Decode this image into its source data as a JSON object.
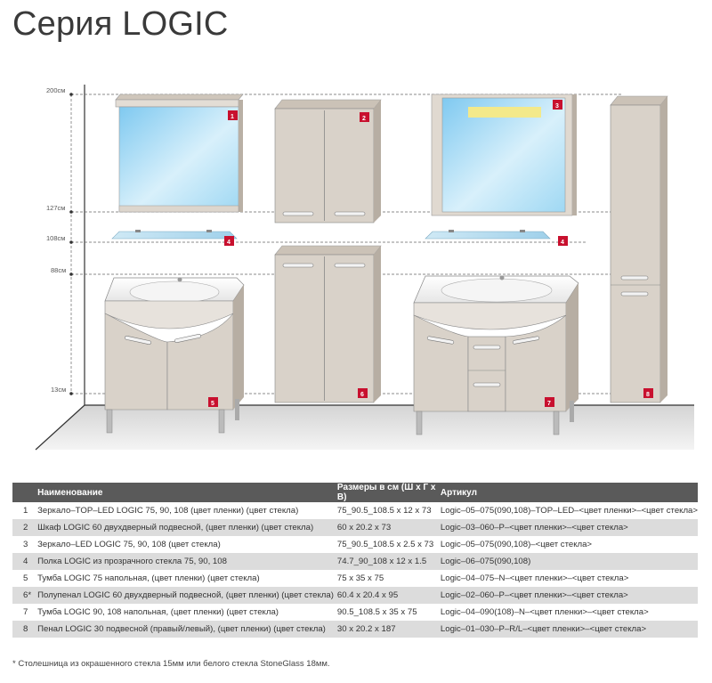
{
  "title": "Серия LOGIC",
  "heights": [
    "200см",
    "127см",
    "108см",
    "88см",
    "13см"
  ],
  "badges": [
    "1",
    "2",
    "3",
    "4",
    "4",
    "5",
    "6",
    "7",
    "8"
  ],
  "table": {
    "headers": [
      "",
      "Наименование",
      "Размеры в см (Ш х Г х В)",
      "Артикул"
    ],
    "rows": [
      {
        "num": "1",
        "name": "Зеркало–TOP–LED LOGIC 75, 90, 108 (цвет пленки) (цвет стекла)",
        "size": "75_90.5_108.5 x 12 x 73",
        "sku": "Logic–05–075(090,108)–TOP–LED–<цвет пленки>–<цвет стекла>"
      },
      {
        "num": "2",
        "name": "Шкаф LOGIC 60 двухдверный подвесной, (цвет пленки) (цвет стекла)",
        "size": "60 x 20.2 x 73",
        "sku": "Logic–03–060–P–<цвет пленки>–<цвет стекла>"
      },
      {
        "num": "3",
        "name": "Зеркало–LED LOGIC 75, 90, 108 (цвет стекла)",
        "size": "75_90.5_108.5 x 2.5 x 73",
        "sku": "Logic–05–075(090,108)–<цвет стекла>"
      },
      {
        "num": "4",
        "name": "Полка LOGIC из прозрачного стекла 75, 90, 108",
        "size": "74.7_90_108 x 12 x 1.5",
        "sku": "Logic–06–075(090,108)"
      },
      {
        "num": "5",
        "name": "Тумба LOGIC 75 напольная, (цвет пленки) (цвет стекла)",
        "size": "75 x 35 x 75",
        "sku": "Logic–04–075–N–<цвет пленки>–<цвет стекла>"
      },
      {
        "num": "6*",
        "name": "Полупенал LOGIC 60 двухдверный подвесной, (цвет пленки) (цвет стекла)",
        "size": "60.4 x 20.4 x 95",
        "sku": "Logic–02–060–P–<цвет пленки>–<цвет стекла>"
      },
      {
        "num": "7",
        "name": "Тумба LOGIC 90, 108 напольная, (цвет пленки) (цвет стекла)",
        "size": "90.5_108.5 x 35 x 75",
        "sku": "Logic–04–090(108)–N–<цвет пленки>–<цвет стекла>"
      },
      {
        "num": "8",
        "name": "Пенал LOGIC 30 подвесной (правый/левый), (цвет пленки) (цвет стекла)",
        "size": "30 x 20.2 x 187",
        "sku": "Logic–01–030–P–R/L–<цвет пленки>–<цвет стекла>"
      }
    ]
  },
  "footnote": "* Столешница из окрашенного стекла 15мм или белого стекла StoneGlass 18мм.",
  "colors": {
    "badge": "#c8102e",
    "panel": "#d9d2c9",
    "panel_dark": "#b7aea3",
    "wall_line": "#333333",
    "table_header": "#5a5a5a"
  }
}
